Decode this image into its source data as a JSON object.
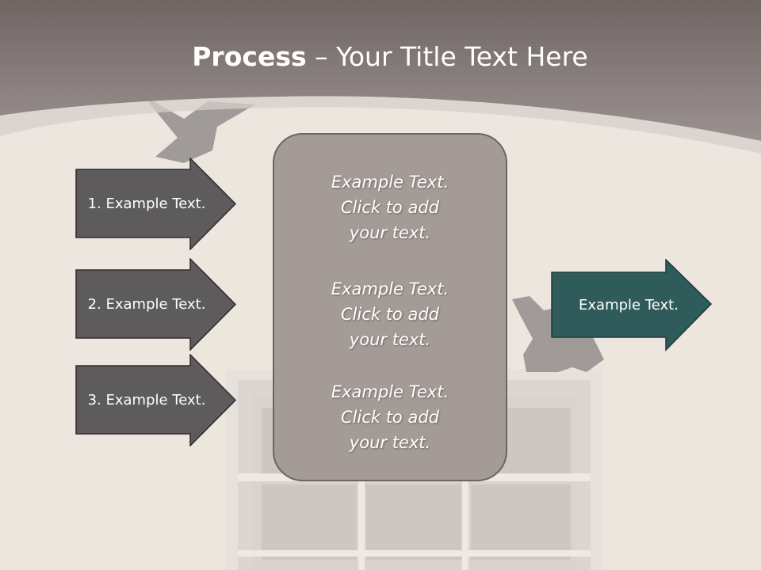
{
  "slide": {
    "title_bold": "Process",
    "title_rest": " – Your Title Text Here"
  },
  "inputs": [
    {
      "label": "1. Example Text."
    },
    {
      "label": "2. Example Text."
    },
    {
      "label": "3. Example Text."
    }
  ],
  "center_box": {
    "paragraphs": [
      {
        "line1": "Example Text.",
        "line2": "Click  to add",
        "line3": "your text."
      },
      {
        "line1": "Example Text.",
        "line2": "Click  to add",
        "line3": "your text."
      },
      {
        "line1": "Example Text.",
        "line2": "Click  to add",
        "line3": "your text."
      }
    ]
  },
  "output": {
    "label": "Example Text."
  },
  "colors": {
    "header": "#8a807e",
    "input_arrow": "#5d5b5b",
    "output_arrow": "#2f5c5b",
    "center_box": "#a49a96"
  }
}
